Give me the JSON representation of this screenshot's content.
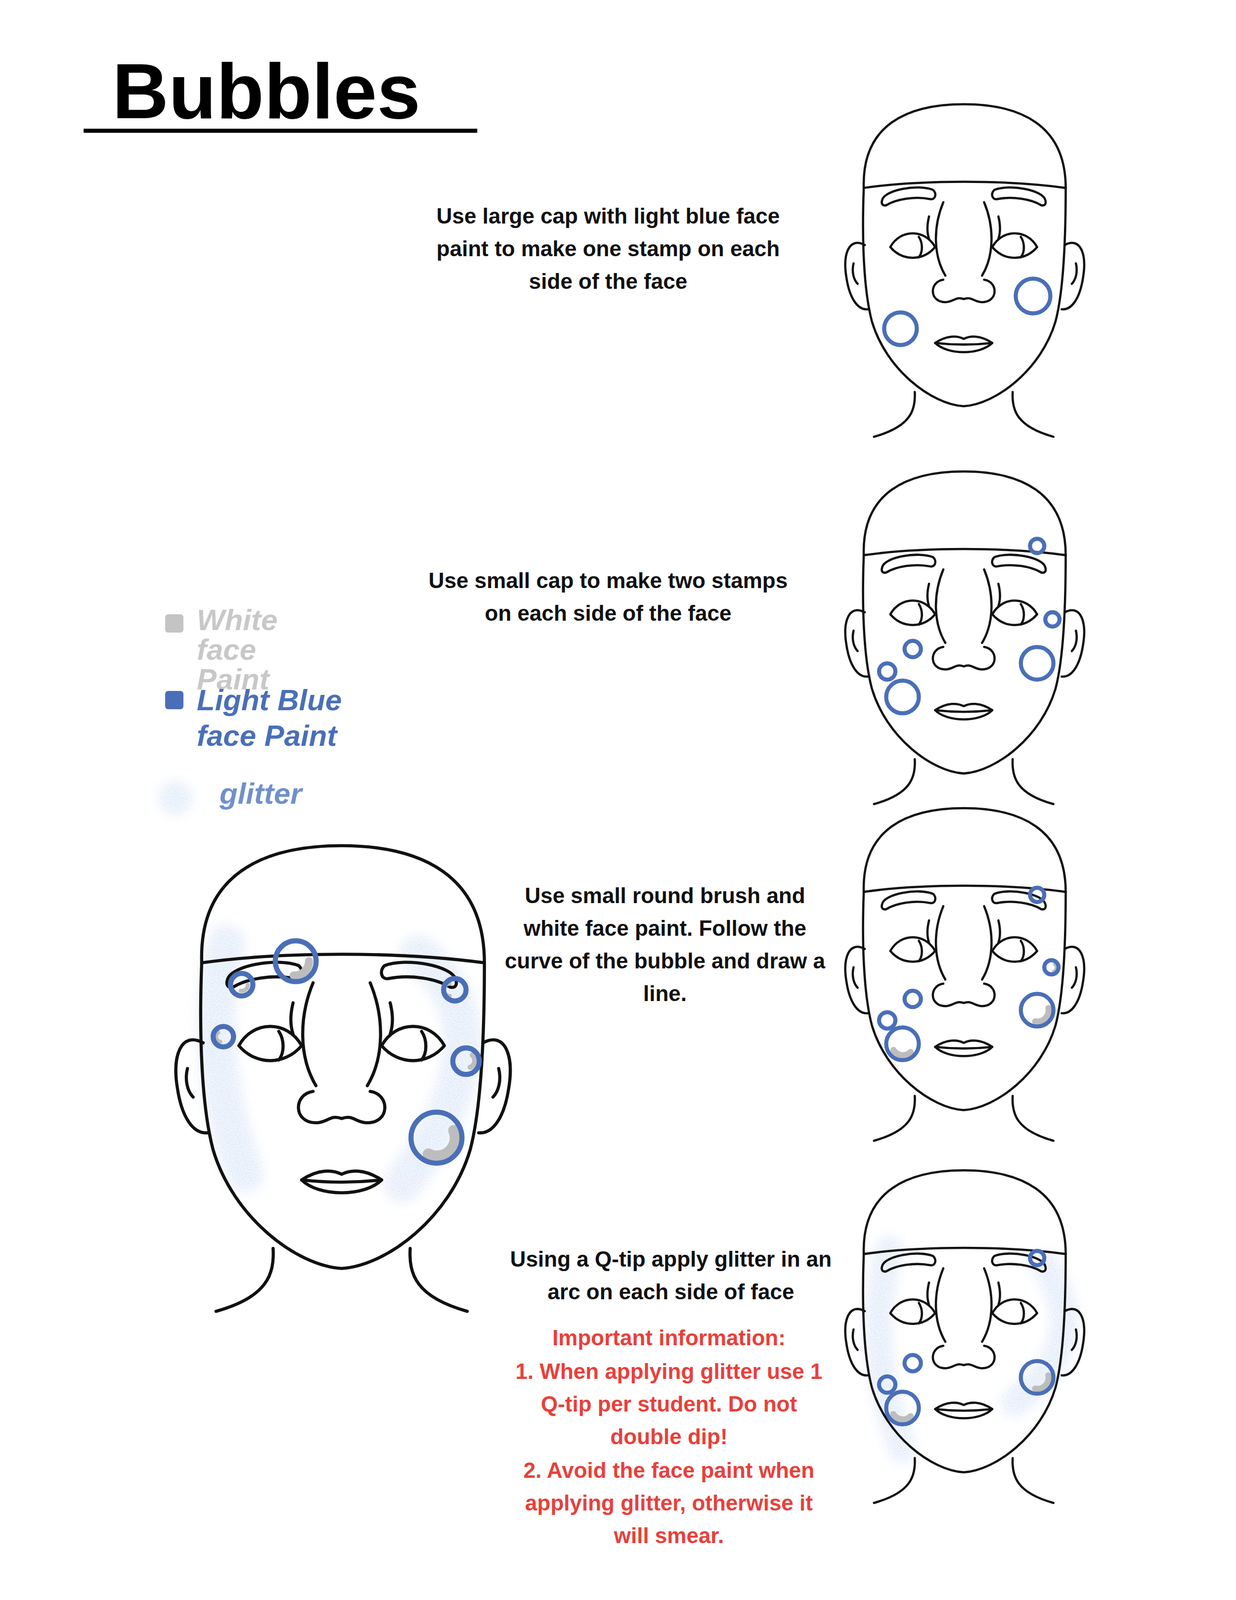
{
  "diagram": {
    "title": "Bubbles",
    "labels": [
      "Use large cap with light blue face paint to make one stamp on each side of the face",
      "Use small cap to make two stamps on each side of the face",
      "Use small round brush and white face paint. Follow the curve of the bubble and draw a line.",
      "Using a Q-tip apply glitter in an arc on each side of face",
      "Important information:",
      "1. When applying glitter use 1 Q-tip per student. Do not double dip!",
      "2. Avoid the face paint when applying glitter, otherwise it will smear."
    ],
    "legend": [
      {
        "text": "White face Paint",
        "color": "#c4c4c4"
      },
      {
        "text": "Light Blue face Paint",
        "color": "#4a6fb8"
      },
      {
        "text": "glitter"
      }
    ]
  }
}
